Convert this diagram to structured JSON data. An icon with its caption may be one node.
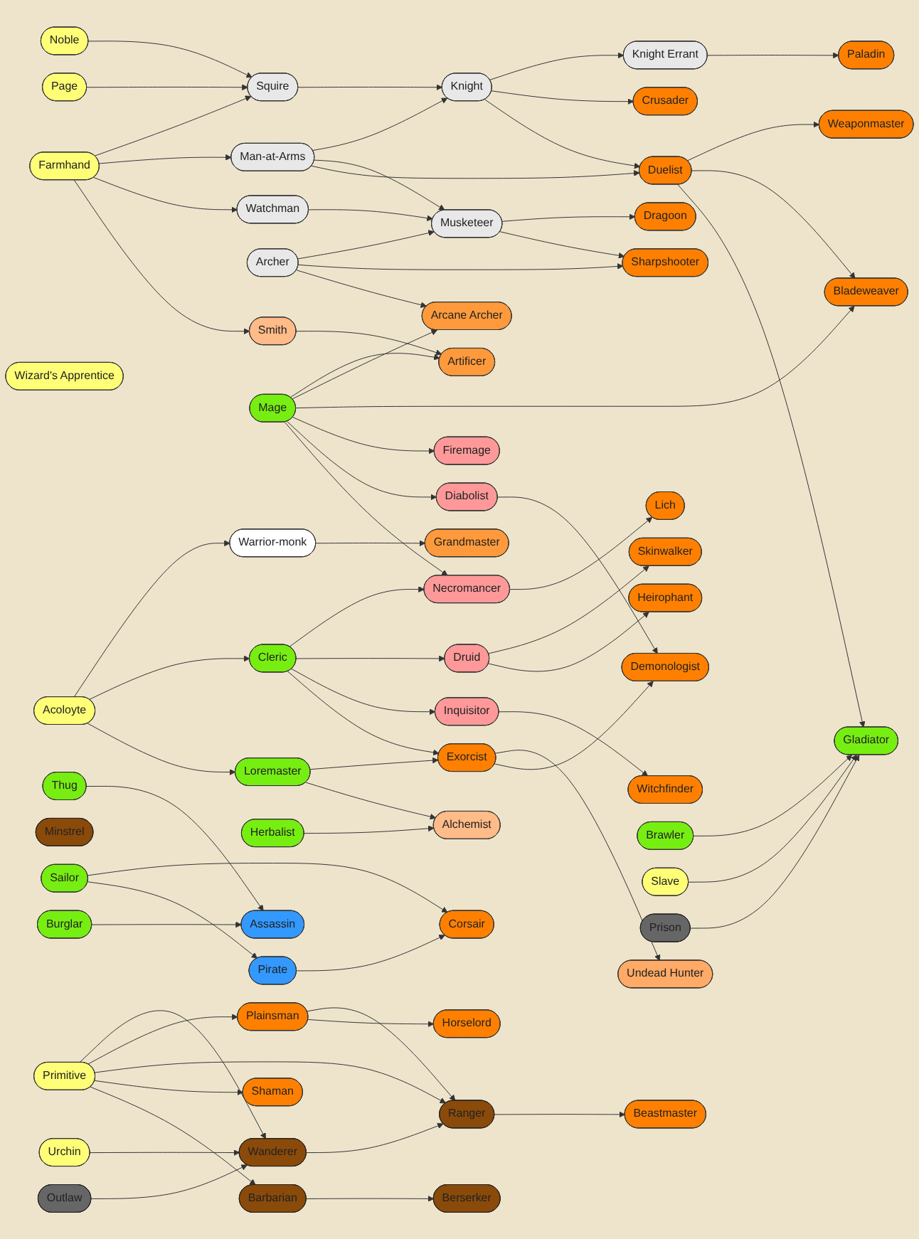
{
  "diagram": {
    "nodes": [
      {
        "text": [
          "Noble"
        ]
      },
      {
        "text": [
          "Knight Errant"
        ]
      },
      {
        "text": [
          "Paladin"
        ]
      },
      {
        "text": [
          "Weaponmaster"
        ]
      },
      {
        "text": [
          "Page"
        ]
      },
      {
        "text": [
          "Squire"
        ]
      },
      {
        "text": [
          "Knight"
        ]
      },
      {
        "text": [
          "Crusader"
        ]
      },
      {
        "text": [
          "Man-at-Arms"
        ]
      },
      {
        "text": [
          "Duelist"
        ]
      },
      {
        "text": [
          "Farmhand"
        ]
      },
      {
        "text": [
          "Watchman"
        ]
      },
      {
        "text": [
          "Musketeer"
        ]
      },
      {
        "text": [
          "Dragoon"
        ]
      },
      {
        "text": [
          "Sharpshooter"
        ]
      },
      {
        "text": [
          "Archer"
        ]
      },
      {
        "text": [
          "Arcane Archer"
        ]
      },
      {
        "text": [
          "Smith"
        ]
      },
      {
        "text": [
          "Artificer"
        ]
      },
      {
        "text": [
          "Wizard's Apprentice"
        ]
      },
      {
        "text": [
          "Mage"
        ]
      },
      {
        "text": [
          "Bladeweaver"
        ]
      },
      {
        "text": [
          "Firemage"
        ]
      },
      {
        "text": [
          "Warrior-monk"
        ]
      },
      {
        "text": [
          "Grandmaster"
        ]
      },
      {
        "text": [
          "Acoloyte"
        ]
      },
      {
        "text": [
          "Diabolist"
        ]
      },
      {
        "text": [
          "Cleric"
        ]
      },
      {
        "text": [
          "Necromancer"
        ]
      },
      {
        "text": [
          "Lich"
        ]
      },
      {
        "text": [
          "Druid"
        ]
      },
      {
        "text": [
          "Skinwalker"
        ]
      },
      {
        "text": [
          "Loremaster"
        ]
      },
      {
        "text": [
          "Exorcist"
        ]
      },
      {
        "text": [
          "Heirophant"
        ]
      },
      {
        "text": [
          "Inquisitor"
        ]
      },
      {
        "text": [
          "Witchfinder"
        ]
      },
      {
        "text": [
          "Herbalist"
        ]
      },
      {
        "text": [
          "Alchemist"
        ]
      },
      {
        "text": [
          "Undead Hunter"
        ]
      },
      {
        "text": [
          "Demonologist"
        ]
      },
      {
        "text": [
          "Brawler"
        ]
      },
      {
        "text": [
          "Slave"
        ]
      },
      {
        "text": [
          "Gladiator"
        ]
      },
      {
        "text": [
          "Thug"
        ]
      },
      {
        "text": [
          "Minstrel"
        ]
      },
      {
        "text": [
          "Assassin"
        ]
      },
      {
        "text": [
          "Prison"
        ]
      },
      {
        "text": [
          "Corsair"
        ]
      },
      {
        "text": [
          "Burglar"
        ]
      },
      {
        "text": [
          "Urchin"
        ]
      },
      {
        "text": [
          "Outlaw"
        ]
      },
      {
        "text": [
          "Sailor"
        ]
      },
      {
        "text": [
          "Pirate"
        ]
      },
      {
        "text": [
          "Wanderer"
        ]
      },
      {
        "text": [
          "Ranger"
        ]
      },
      {
        "text": [
          "Beastmaster"
        ]
      },
      {
        "text": [
          "Plainsman"
        ]
      },
      {
        "text": [
          "Primitive"
        ]
      },
      {
        "text": [
          "Horselord"
        ]
      },
      {
        "text": [
          "Shaman"
        ]
      },
      {
        "text": [
          "Barbarian"
        ]
      },
      {
        "text": [
          "Berserker"
        ]
      }
    ],
    "edges": [
      {
        "from": 0,
        "to": 5,
        "arrow": "to"
      },
      {
        "from": 4,
        "to": 5,
        "arrow": "to"
      },
      {
        "from": 10,
        "to": 5,
        "arrow": "to"
      },
      {
        "from": 10,
        "to": 8,
        "arrow": "to"
      },
      {
        "from": 10,
        "to": 11,
        "arrow": "to"
      },
      {
        "from": 10,
        "to": 17,
        "arrow": "to"
      },
      {
        "from": 5,
        "to": 6,
        "arrow": "to"
      },
      {
        "from": 8,
        "to": 6,
        "arrow": "to"
      },
      {
        "from": 8,
        "to": 12,
        "arrow": "to"
      },
      {
        "from": 8,
        "to": 9,
        "arrow": "to"
      },
      {
        "from": 6,
        "to": 1,
        "arrow": "to"
      },
      {
        "from": 6,
        "to": 7,
        "arrow": "to"
      },
      {
        "from": 6,
        "to": 9,
        "arrow": "to"
      },
      {
        "from": 1,
        "to": 2,
        "arrow": "to"
      },
      {
        "from": 11,
        "to": 12,
        "arrow": "to"
      },
      {
        "from": 15,
        "to": 12,
        "arrow": "to"
      },
      {
        "from": 12,
        "to": 13,
        "arrow": "to"
      },
      {
        "from": 12,
        "to": 14,
        "arrow": "to"
      },
      {
        "from": 15,
        "to": 14,
        "arrow": "to"
      },
      {
        "from": 15,
        "to": 16,
        "arrow": "to"
      },
      {
        "from": 17,
        "to": 18,
        "arrow": "to"
      },
      {
        "from": 20,
        "to": 18,
        "arrow": "to"
      },
      {
        "from": 20,
        "to": 16,
        "arrow": "to"
      },
      {
        "from": 9,
        "to": 3,
        "arrow": "to"
      },
      {
        "from": 9,
        "to": 21,
        "arrow": "to"
      },
      {
        "from": 9,
        "to": 43,
        "arrow": "to"
      },
      {
        "from": 20,
        "to": 21,
        "arrow": "to"
      },
      {
        "from": 20,
        "to": 22,
        "arrow": "to"
      },
      {
        "from": 20,
        "to": 26,
        "arrow": "to"
      },
      {
        "from": 20,
        "to": 28,
        "arrow": "to"
      },
      {
        "from": 25,
        "to": 23,
        "arrow": "to"
      },
      {
        "from": 23,
        "to": 24,
        "arrow": "to"
      },
      {
        "from": 25,
        "to": 27,
        "arrow": "to"
      },
      {
        "from": 25,
        "to": 32,
        "arrow": "to"
      },
      {
        "from": 27,
        "to": 28,
        "arrow": "to"
      },
      {
        "from": 27,
        "to": 30,
        "arrow": "to"
      },
      {
        "from": 27,
        "to": 35,
        "arrow": "to"
      },
      {
        "from": 27,
        "to": 33,
        "arrow": "to"
      },
      {
        "from": 28,
        "to": 29,
        "arrow": "to"
      },
      {
        "from": 30,
        "to": 31,
        "arrow": "to"
      },
      {
        "from": 30,
        "to": 34,
        "arrow": "to"
      },
      {
        "from": 35,
        "to": 36,
        "arrow": "to"
      },
      {
        "from": 26,
        "to": 40,
        "arrow": "to"
      },
      {
        "from": 32,
        "to": 33,
        "arrow": "to"
      },
      {
        "from": 32,
        "to": 38,
        "arrow": "to"
      },
      {
        "from": 37,
        "to": 38,
        "arrow": "to"
      },
      {
        "from": 33,
        "to": 39,
        "arrow": "to"
      },
      {
        "from": 33,
        "to": 40,
        "arrow": "to"
      },
      {
        "from": 41,
        "to": 43,
        "arrow": "to"
      },
      {
        "from": 42,
        "to": 43,
        "arrow": "to"
      },
      {
        "from": 47,
        "to": 43,
        "arrow": "to"
      },
      {
        "from": 44,
        "to": 46,
        "arrow": "to"
      },
      {
        "from": 49,
        "to": 46,
        "arrow": "to"
      },
      {
        "from": 52,
        "to": 48,
        "arrow": "to"
      },
      {
        "from": 52,
        "to": 53,
        "arrow": "to"
      },
      {
        "from": 53,
        "to": 48,
        "arrow": "to"
      },
      {
        "from": 50,
        "to": 54,
        "arrow": "to"
      },
      {
        "from": 51,
        "to": 54,
        "arrow": "to"
      },
      {
        "from": 58,
        "to": 54,
        "arrow": "to"
      },
      {
        "from": 54,
        "to": 55,
        "arrow": "to"
      },
      {
        "from": 58,
        "to": 57,
        "arrow": "to"
      },
      {
        "from": 57,
        "to": 55,
        "arrow": "to"
      },
      {
        "from": 57,
        "to": 59,
        "arrow": "to"
      },
      {
        "from": 58,
        "to": 55,
        "arrow": "to"
      },
      {
        "from": 58,
        "to": 60,
        "arrow": "to"
      },
      {
        "from": 58,
        "to": 61,
        "arrow": "to"
      },
      {
        "from": 55,
        "to": 56,
        "arrow": "to"
      },
      {
        "from": 61,
        "to": 62,
        "arrow": "to"
      }
    ]
  }
}
